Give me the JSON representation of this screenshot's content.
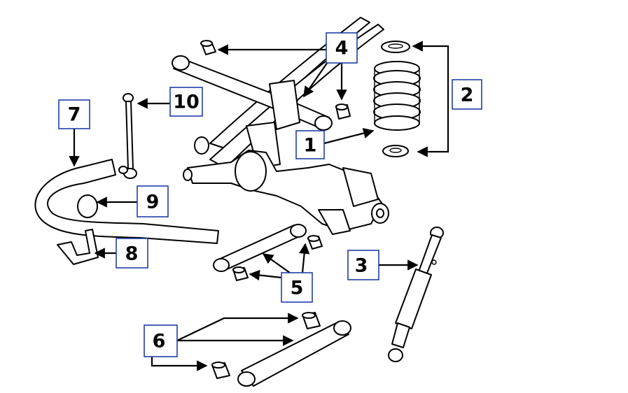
{
  "callouts": [
    {
      "id": "1",
      "label": "1"
    },
    {
      "id": "2",
      "label": "2"
    },
    {
      "id": "3",
      "label": "3"
    },
    {
      "id": "4",
      "label": "4"
    },
    {
      "id": "5",
      "label": "5"
    },
    {
      "id": "6",
      "label": "6"
    },
    {
      "id": "7",
      "label": "7"
    },
    {
      "id": "8",
      "label": "8"
    },
    {
      "id": "9",
      "label": "9"
    },
    {
      "id": "10",
      "label": "10"
    }
  ],
  "colors": {
    "box_border": "#1f3fa6",
    "ink": "#000000",
    "background": "#ffffff"
  }
}
